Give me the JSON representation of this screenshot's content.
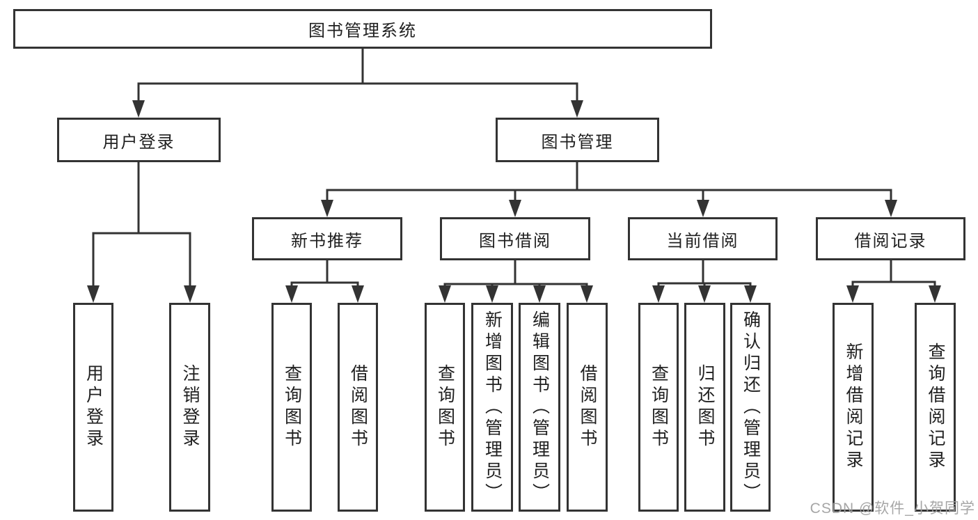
{
  "watermark": "CSDN @软件_小贺同学",
  "colors": {
    "line": "#333333",
    "text": "#1f1f1f",
    "background": "#ffffff",
    "watermark": "#9e9e9e"
  },
  "tree": {
    "label": "图书管理系统",
    "children": [
      {
        "label": "用户登录",
        "children": [
          {
            "label": "用户登录"
          },
          {
            "label": "注销登录"
          }
        ]
      },
      {
        "label": "图书管理",
        "children": [
          {
            "label": "新书推荐",
            "children": [
              {
                "label": "查询图书"
              },
              {
                "label": "借阅图书"
              }
            ]
          },
          {
            "label": "图书借阅",
            "children": [
              {
                "label": "查询图书"
              },
              {
                "label": "新增图书（管理员）"
              },
              {
                "label": "编辑图书（管理员）"
              },
              {
                "label": "借阅图书"
              }
            ]
          },
          {
            "label": "当前借阅",
            "children": [
              {
                "label": "查询图书"
              },
              {
                "label": "归还图书"
              },
              {
                "label": "确认归还（管理员）"
              }
            ]
          },
          {
            "label": "借阅记录",
            "children": [
              {
                "label": "新增借阅记录"
              },
              {
                "label": "查询借阅记录"
              }
            ]
          }
        ]
      }
    ]
  }
}
